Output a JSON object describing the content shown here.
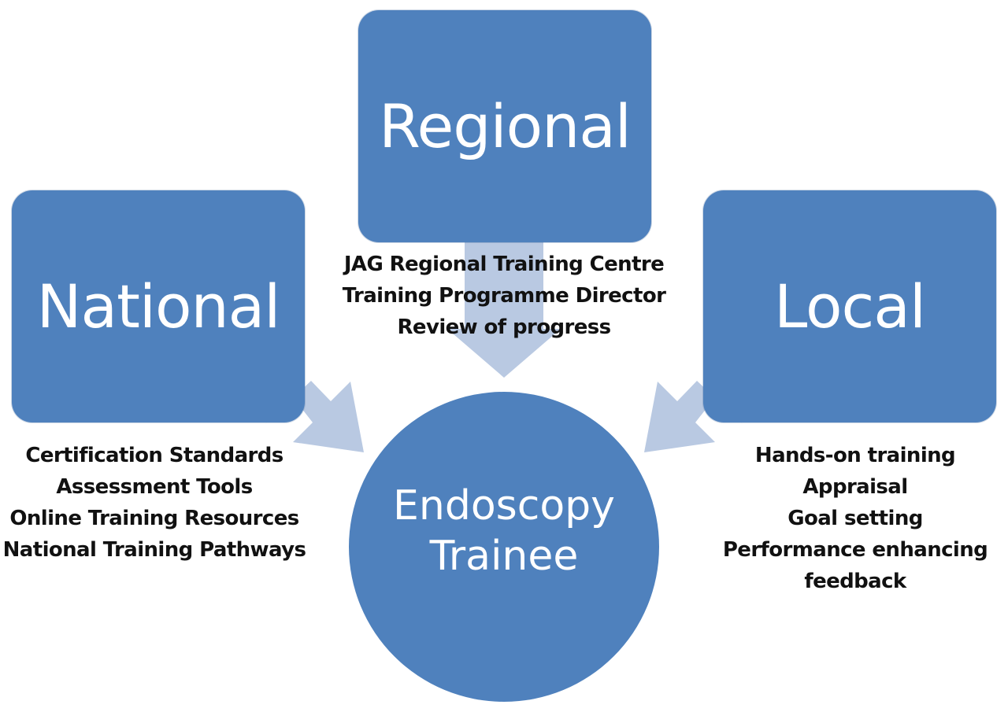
{
  "nodes": {
    "regional": {
      "label": "Regional"
    },
    "national": {
      "label": "National"
    },
    "local": {
      "label": "Local"
    },
    "trainee": {
      "lines": [
        "Endoscopy",
        "Trainee"
      ]
    }
  },
  "notes": {
    "regional": [
      "JAG Regional Training Centre",
      "Training Programme Director",
      "Review of progress"
    ],
    "national": [
      "Certification Standards",
      "Assessment Tools",
      "Online Training Resources",
      "National Training Pathways"
    ],
    "local": [
      "Hands-on training",
      "Appraisal",
      "Goal setting",
      "Performance enhancing",
      "feedback"
    ]
  },
  "colors": {
    "node_fill": "#4f81bd",
    "arrow_fill": "#b9c9e2",
    "node_text": "#ffffff",
    "note_text": "#111111"
  }
}
